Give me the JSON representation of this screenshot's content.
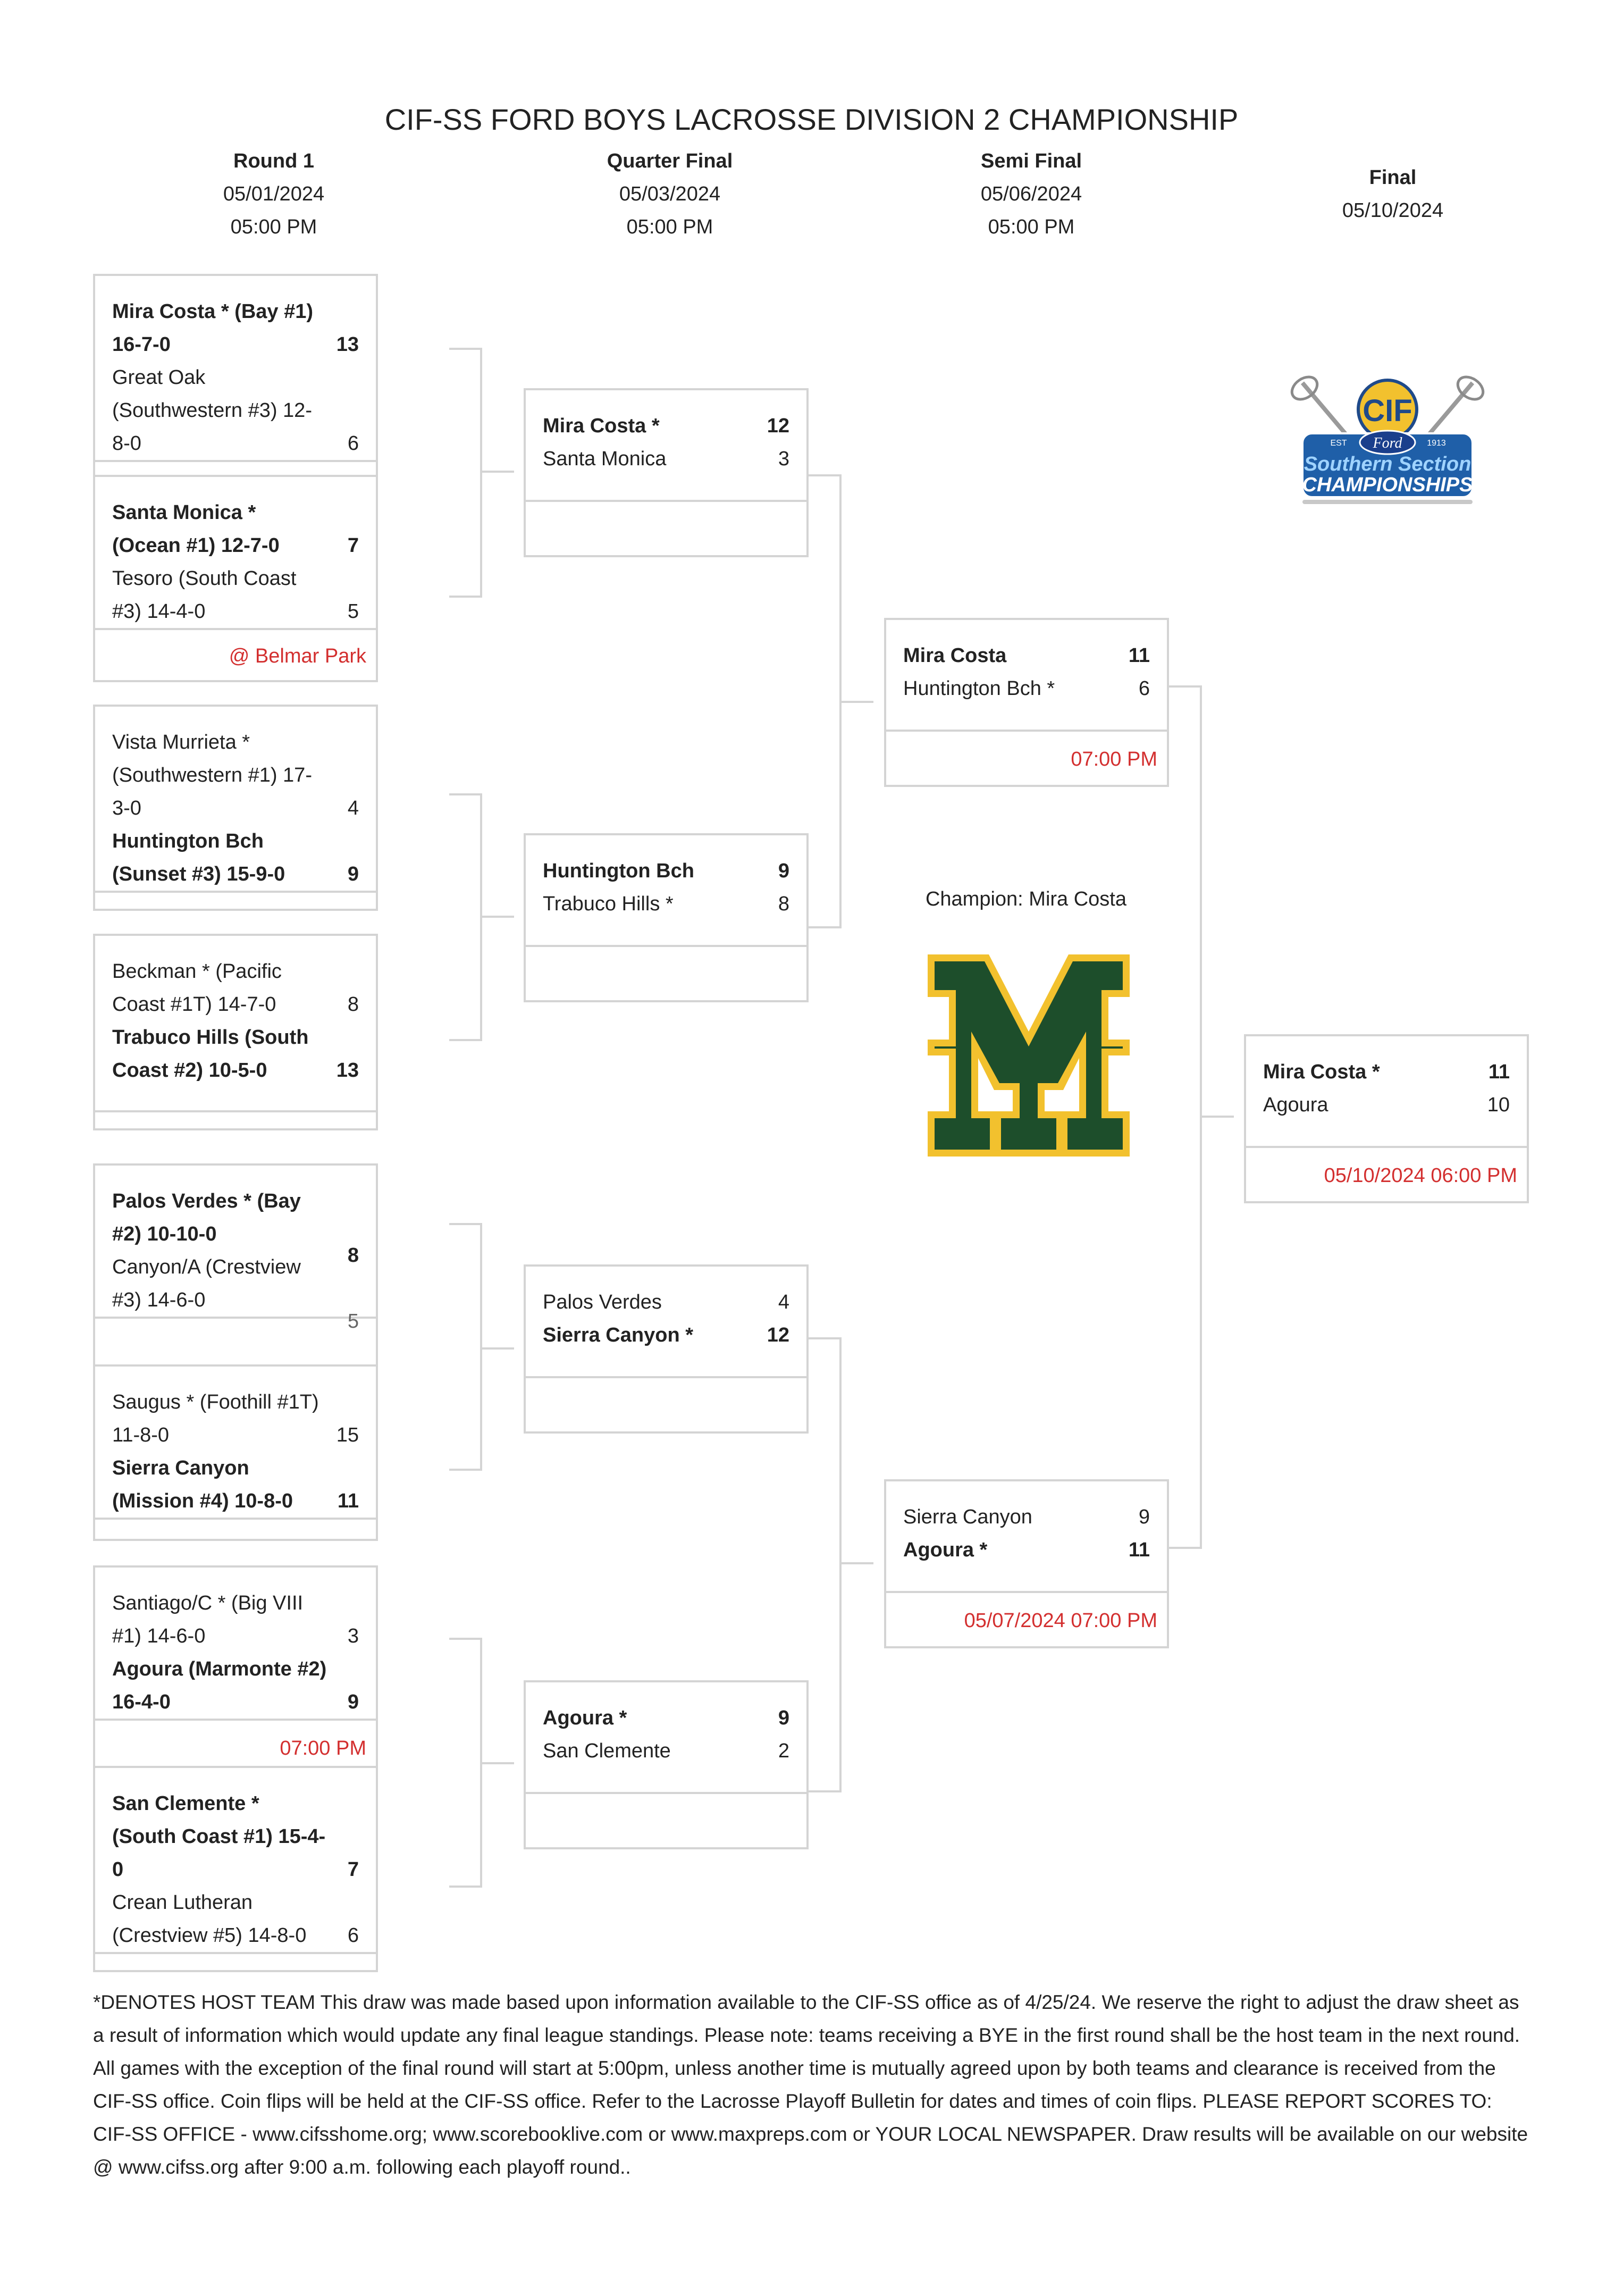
{
  "title": "CIF-SS FORD BOYS LACROSSE DIVISION 2 CHAMPIONSHIP",
  "rounds": [
    {
      "name": "Round 1",
      "date": "05/01/2024",
      "time": "05:00 PM"
    },
    {
      "name": "Quarter Final",
      "date": "05/03/2024",
      "time": "05:00 PM"
    },
    {
      "name": "Semi Final",
      "date": "05/06/2024",
      "time": "05:00 PM"
    },
    {
      "name": "Final",
      "date": "05/10/2024"
    }
  ],
  "logo": {
    "line1": "CIF",
    "line2": "Ford",
    "line3": "Southern Section",
    "line4": "CHAMPIONSHIPS",
    "badge_left": "EST",
    "badge_right": "1913"
  },
  "champion_label": "Champion: Mira Costa",
  "champion_colors": {
    "green": "#1d4e2b",
    "gold": "#f2c12e"
  },
  "round1": [
    {
      "t1": {
        "name": "Mira Costa * (Bay #1) 16-7-0",
        "score": "13",
        "win": true
      },
      "t2": {
        "name": "Great Oak (Southwestern #3) 12-8-0",
        "score": "6"
      },
      "note": ""
    },
    {
      "t1": {
        "name": "Santa Monica * (Ocean #1) 12-7-0",
        "score": "7",
        "win": true
      },
      "t2": {
        "name": "Tesoro (South Coast #3) 14-4-0",
        "score": "5"
      },
      "note": "@ Belmar Park"
    },
    {
      "t1": {
        "name": "Vista Murrieta * (Southwestern #1) 17-3-0",
        "score": "4"
      },
      "t2": {
        "name": "Huntington Bch (Sunset #3) 15-9-0",
        "score": "9",
        "win": true
      },
      "note": ""
    },
    {
      "t1": {
        "name": "Beckman * (Pacific Coast #1T) 14-7-0",
        "score": "8"
      },
      "t2": {
        "name": "Trabuco Hills (South Coast #2) 10-5-0",
        "score": "13",
        "win": true
      },
      "note": ""
    },
    {
      "t1": {
        "name": "Palos Verdes * (Bay #2) 10-10-0",
        "score": "8",
        "win": true
      },
      "t2": {
        "name": "Canyon/A (Crestview #3) 14-6-0",
        "score": "5"
      },
      "note": ""
    },
    {
      "t1": {
        "name": "Saugus * (Foothill #1T) 11-8-0",
        "score": "15"
      },
      "t2": {
        "name": "Sierra Canyon (Mission #4) 10-8-0",
        "score": "11",
        "win": true
      },
      "note": ""
    },
    {
      "t1": {
        "name": "Santiago/C * (Big VIII #1) 14-6-0",
        "score": "3"
      },
      "t2": {
        "name": "Agoura (Marmonte #2) 16-4-0",
        "score": "9",
        "win": true
      },
      "note": "07:00 PM"
    },
    {
      "t1": {
        "name": "San Clemente * (South Coast #1) 15-4-0",
        "score": "7",
        "win": true
      },
      "t2": {
        "name": "Crean Lutheran (Crestview #5) 14-8-0",
        "score": "6"
      },
      "note": ""
    }
  ],
  "quarter": [
    {
      "t1": {
        "name": "Mira Costa *",
        "score": "12",
        "win": true
      },
      "t2": {
        "name": "Santa Monica",
        "score": "3"
      },
      "note": ""
    },
    {
      "t1": {
        "name": "Huntington Bch",
        "score": "9",
        "win": true
      },
      "t2": {
        "name": "Trabuco Hills *",
        "score": "8"
      },
      "note": ""
    },
    {
      "t1": {
        "name": "Palos Verdes",
        "score": "4"
      },
      "t2": {
        "name": "Sierra Canyon *",
        "score": "12",
        "win": true
      },
      "note": ""
    },
    {
      "t1": {
        "name": "Agoura *",
        "score": "9",
        "win": true
      },
      "t2": {
        "name": "San Clemente",
        "score": "2"
      },
      "note": ""
    }
  ],
  "semi": [
    {
      "t1": {
        "name": "Mira Costa",
        "score": "11",
        "win": true
      },
      "t2": {
        "name": "Huntington Bch *",
        "score": "6"
      },
      "note": "07:00 PM"
    },
    {
      "t1": {
        "name": "Sierra Canyon",
        "score": "9"
      },
      "t2": {
        "name": "Agoura *",
        "score": "11",
        "win": true
      },
      "note": "05/07/2024 07:00 PM"
    }
  ],
  "final": {
    "t1": {
      "name": "Mira Costa *",
      "score": "11",
      "win": true
    },
    "t2": {
      "name": "Agoura",
      "score": "10"
    },
    "note": "05/10/2024 06:00 PM"
  },
  "footer": "*DENOTES HOST TEAM This draw was made based upon information available to the CIF-SS office as of 4/25/24. We reserve the right to adjust the draw sheet as a result of information which would update any final league standings. Please note: teams receiving a BYE in the first round shall be the host team in the next round. All games with the exception of the final round will start at 5:00pm, unless another time is mutually agreed upon by both teams and clearance is received from the CIF-SS office. Coin flips will be held at the CIF-SS office. Refer to the Lacrosse Playoff Bulletin for dates and times of coin flips. PLEASE REPORT SCORES TO: CIF-SS OFFICE - www.cifsshome.org; www.scorebooklive.com or www.maxpreps.com or YOUR LOCAL NEWSPAPER. Draw results will be available on our website @ www.cifss.org after 9:00 a.m. following each playoff round.."
}
